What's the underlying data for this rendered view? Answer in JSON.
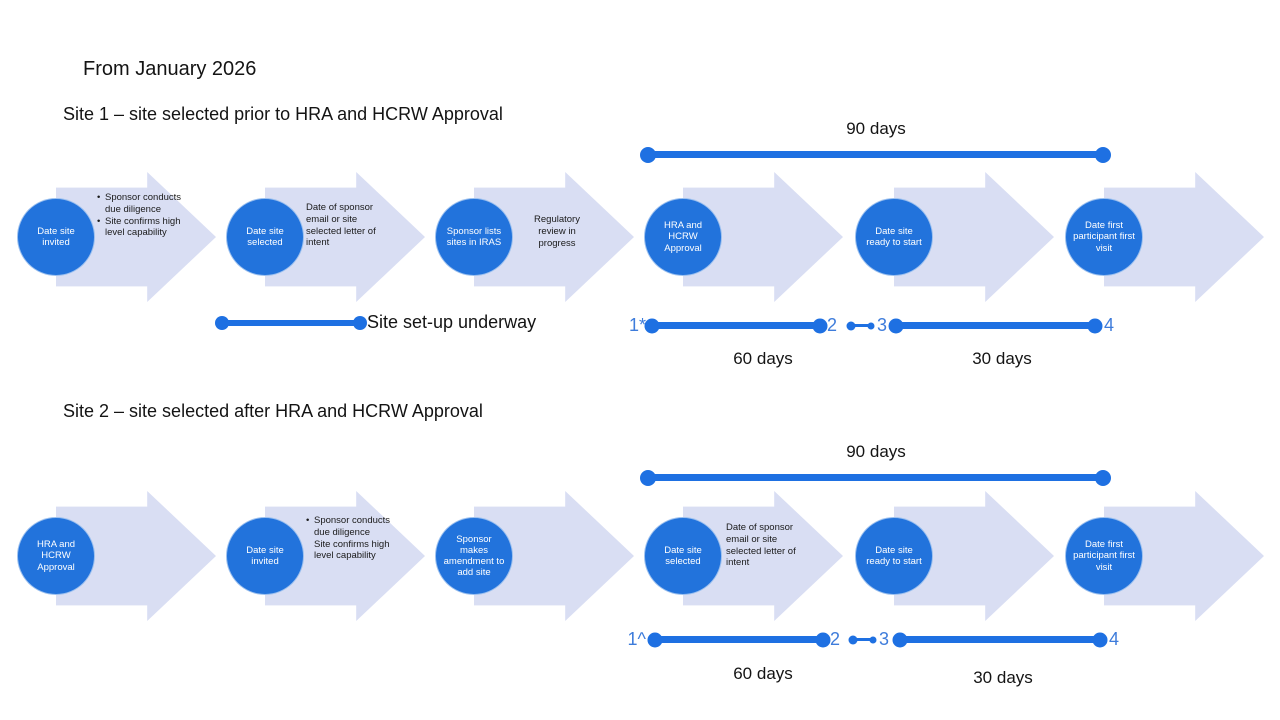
{
  "page": {
    "title": "From January 2026",
    "bullet": "•"
  },
  "colors": {
    "circle_blue": "#2273DC",
    "arrow_fill": "#D9DEF3",
    "bar_blue": "#1E70E2",
    "number_blue": "#3E7CDB"
  },
  "site1": {
    "heading": "Site 1 – site selected prior to HRA and HCRW Approval",
    "top_duration_label": "90 days",
    "setup_bar_label": "Site set-up underway",
    "steps": [
      {
        "circle": "Date site invited",
        "notes": [
          "Sponsor conducts due diligence",
          "Site confirms high level capability"
        ]
      },
      {
        "circle": "Date site selected",
        "note": "Date of sponsor email or site selected letter of intent"
      },
      {
        "circle": "Sponsor lists sites in IRAS",
        "note": "Regulatory review in progress"
      },
      {
        "circle": "HRA and HCRW Approval"
      },
      {
        "circle": "Date site ready to start"
      },
      {
        "circle": "Date first participant first visit"
      }
    ],
    "milestones": {
      "m1": "1*",
      "m2": "2",
      "m3": "3",
      "m4": "4",
      "segment1": "60 days",
      "segment2": "30 days"
    }
  },
  "site2": {
    "heading": "Site 2 – site selected after HRA and HCRW Approval",
    "top_duration_label": "90 days",
    "steps": [
      {
        "circle": "HRA and HCRW Approval"
      },
      {
        "circle": "Date site invited",
        "notes": [
          "Sponsor conducts due diligence",
          "Site confirms high level capability"
        ]
      },
      {
        "circle": "Sponsor makes amendment to add site"
      },
      {
        "circle": "Date site selected",
        "note": "Date of sponsor email or site selected letter of intent"
      },
      {
        "circle": "Date site ready to start"
      },
      {
        "circle": "Date first participant first visit"
      }
    ],
    "milestones": {
      "m1": "1^",
      "m2": "2",
      "m3": "3",
      "m4": "4",
      "segment1": "60 days",
      "segment2": "30 days"
    }
  }
}
